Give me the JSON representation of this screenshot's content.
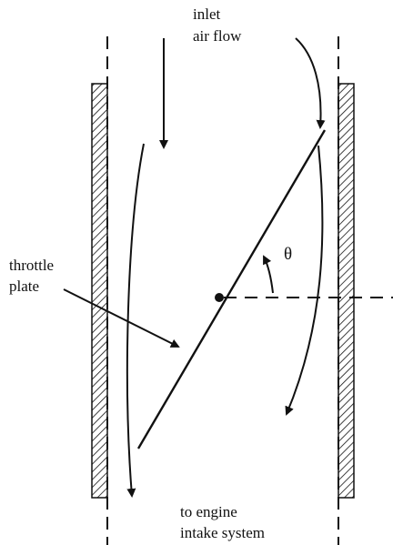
{
  "labels": {
    "inlet_line1": "inlet",
    "inlet_line2": "air flow",
    "throttle_line1": "throttle",
    "throttle_line2": "plate",
    "angle_symbol": "θ",
    "outlet_line1": "to engine",
    "outlet_line2": "intake system"
  },
  "colors": {
    "ink": "#111111",
    "background": "#ffffff"
  }
}
